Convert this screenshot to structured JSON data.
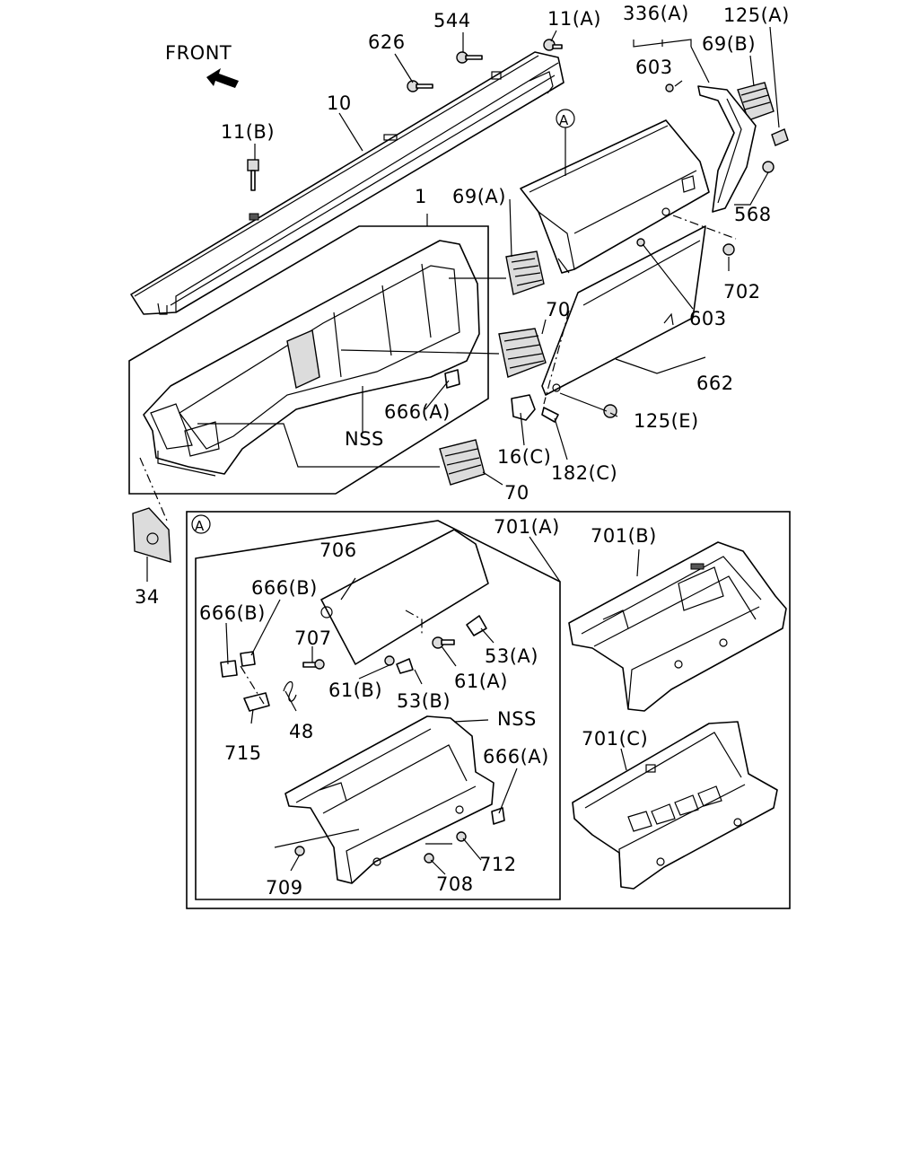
{
  "front_label": "FRONT",
  "callout_letter": "A",
  "labels": {
    "l_544": "544",
    "l_11a": "11(A)",
    "l_336a": "336(A)",
    "l_125a": "125(A)",
    "l_626": "626",
    "l_603_top": "603",
    "l_69b": "69(B)",
    "l_10": "10",
    "l_11b": "11(B)",
    "l_568": "568",
    "l_1": "1",
    "l_69a": "69(A)",
    "l_702": "702",
    "l_70_top": "70",
    "l_603_mid": "603",
    "l_662": "662",
    "l_666a_top": "666(A)",
    "l_nss_top": "NSS",
    "l_125e": "125(E)",
    "l_16c": "16(C)",
    "l_182c": "182(C)",
    "l_70_bottom": "70",
    "l_34": "34",
    "l_701a": "701(A)",
    "l_701b": "701(B)",
    "l_706": "706",
    "l_666b_1": "666(B)",
    "l_666b_2": "666(B)",
    "l_707": "707",
    "l_53a": "53(A)",
    "l_61b": "61(B)",
    "l_61a": "61(A)",
    "l_53b": "53(B)",
    "l_48": "48",
    "l_715": "715",
    "l_nss_bottom": "NSS",
    "l_666a_bottom": "666(A)",
    "l_701c": "701(C)",
    "l_712": "712",
    "l_709": "709",
    "l_708": "708"
  }
}
